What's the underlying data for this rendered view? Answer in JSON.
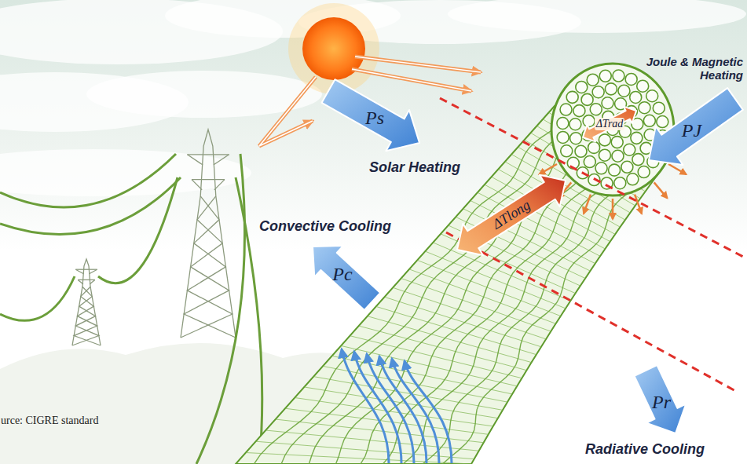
{
  "diagram": {
    "nodes": [
      {
        "text": [
          "Ps"
        ]
      },
      {
        "text": [
          "PJ"
        ]
      },
      {
        "text": [
          "Pc"
        ]
      },
      {
        "text": [
          "ΔTrad"
        ]
      },
      {
        "text": [
          "ΔTlong"
        ]
      },
      {
        "text": [
          "Pr"
        ]
      }
    ],
    "labels": [
      "Solar Heating",
      "Joule & Magnetic Heating",
      "Convective Cooling",
      "Radiative Cooling",
      "urce: CIGRE standard"
    ]
  }
}
